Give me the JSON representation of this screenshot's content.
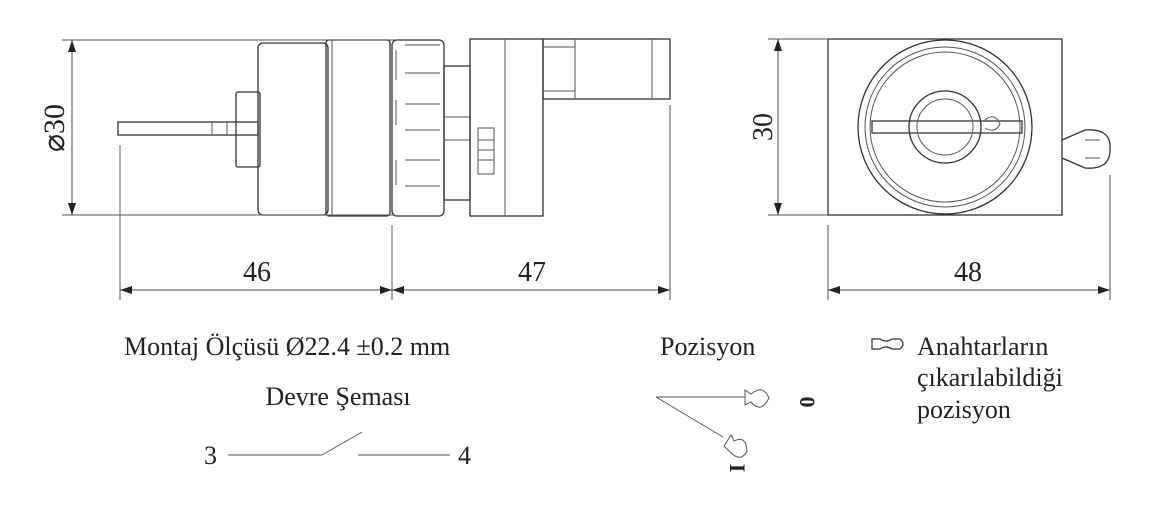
{
  "dimensions": {
    "diameter_label": "⌀30",
    "length_front": "46",
    "length_back": "47",
    "height_right": "30",
    "width_right": "48"
  },
  "notes": {
    "mounting": "Montaj Ölçüsü Ø22.4 ±0.2 mm",
    "circuit_title": "Devre Şeması",
    "terminal_left": "3",
    "terminal_right": "4"
  },
  "positions": {
    "title": "Pozisyon",
    "pos_0": "0",
    "pos_1": "I"
  },
  "legend": {
    "line1": "Anahtarların",
    "line2": "çıkarılabildiği",
    "line3": "pozisyon"
  }
}
